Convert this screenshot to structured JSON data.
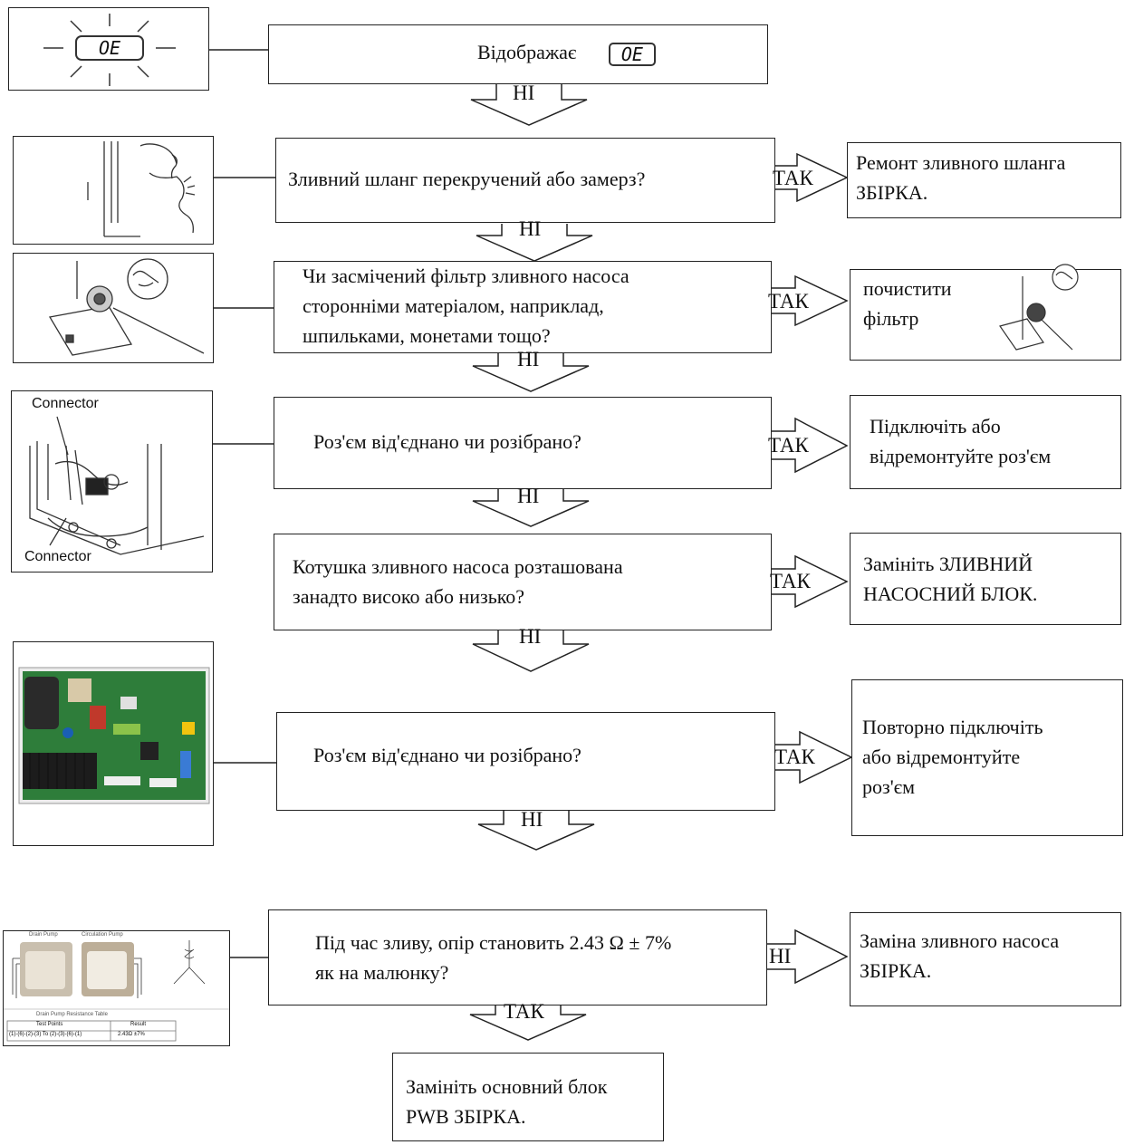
{
  "display_code": "OE",
  "start": {
    "text": "Відображає"
  },
  "steps": [
    {
      "question": "Зливний шланг перекручений або замерз?",
      "branch_yes": "ТАК",
      "branch_no": "НІ",
      "result": "Ремонт зливного шланга\nЗБІРКА."
    },
    {
      "question": "Чи засмічений фільтр зливного насоса\nсторонніми матеріалом, наприклад,\nшпильками, монетами тощо?",
      "branch_yes": "ТАК",
      "branch_no": "НІ",
      "result": "почистити\nфільтр"
    },
    {
      "question": "Роз'єм від'єднано чи розібрано?",
      "branch_yes": "ТАК",
      "branch_no": "НІ",
      "result": "Підключіть або\nвідремонтуйте роз'єм"
    },
    {
      "question": "Котушка зливного насоса розташована\nзанадто високо або низько?",
      "branch_yes": "ТАК",
      "branch_no": "НІ",
      "result": "Замініть ЗЛИВНИЙ\nНАСОСНИЙ БЛОК."
    },
    {
      "question": "Роз'єм від'єднано чи розібрано?",
      "branch_yes": "ТАК",
      "branch_no": "НІ",
      "result": "Повторно підключіть\nабо відремонтуйте\nроз'єм"
    },
    {
      "question": "Під час зливу, опір становить 2.43 Ω ± 7%\nяк на малюнку?",
      "branch_yes": "ТАК",
      "branch_no": "НІ",
      "result": "Заміна зливного насоса\nЗБІРКА."
    }
  ],
  "first_no": "НІ",
  "final": {
    "text": "Замініть основний блок\nPWB ЗБІРКА."
  },
  "illustrations": {
    "connector_top": "Connector",
    "connector_bottom": "Connector",
    "table_title_left": "Drain Pump",
    "table_title_right": "Circulation Pump",
    "table_caption": "Drain Pump Resistance Table",
    "table_col1": "Test Points",
    "table_col2": "Result",
    "table_row_points": "(1)-(6)-(2)-(3) To (2)-(3)-(6)-(1)",
    "table_row_result": "2.43Ω ±7%"
  },
  "colors": {
    "line": "#222222",
    "pcb": "#2e7d3a"
  }
}
